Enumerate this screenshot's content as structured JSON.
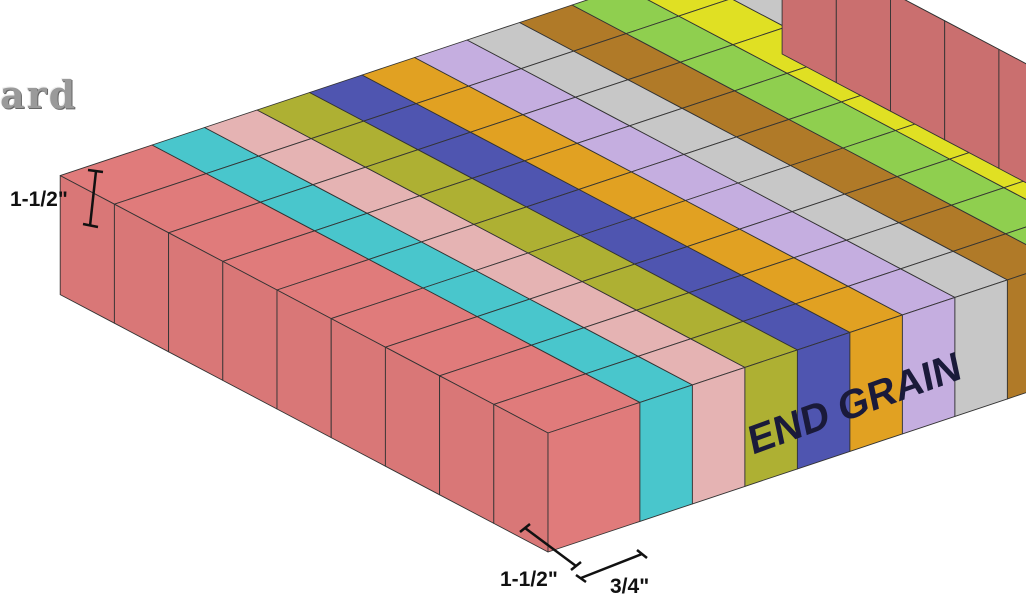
{
  "title_fragment": "ard",
  "labels": {
    "height": "1-1/2\"",
    "length": "1-1/2\"",
    "width": "3/4\"",
    "end_grain": "END GRAIN"
  },
  "strip_colors": [
    {
      "name": "red",
      "hex": "#e07b7b"
    },
    {
      "name": "teal",
      "hex": "#49c6cc"
    },
    {
      "name": "pink",
      "hex": "#e5b3b3"
    },
    {
      "name": "olive",
      "hex": "#aeb033"
    },
    {
      "name": "blue",
      "hex": "#4f55b0"
    },
    {
      "name": "orange",
      "hex": "#e1a122"
    },
    {
      "name": "lavender",
      "hex": "#c5aee0"
    },
    {
      "name": "gray",
      "hex": "#c7c7c7"
    },
    {
      "name": "brown",
      "hex": "#b07a28"
    },
    {
      "name": "green",
      "hex": "#8fcf4f"
    },
    {
      "name": "yellow",
      "hex": "#e0e023"
    },
    {
      "name": "gray",
      "hex": "#c7c7c7"
    },
    {
      "name": "red",
      "hex": "#e07b7b"
    }
  ],
  "block_rows": 9
}
